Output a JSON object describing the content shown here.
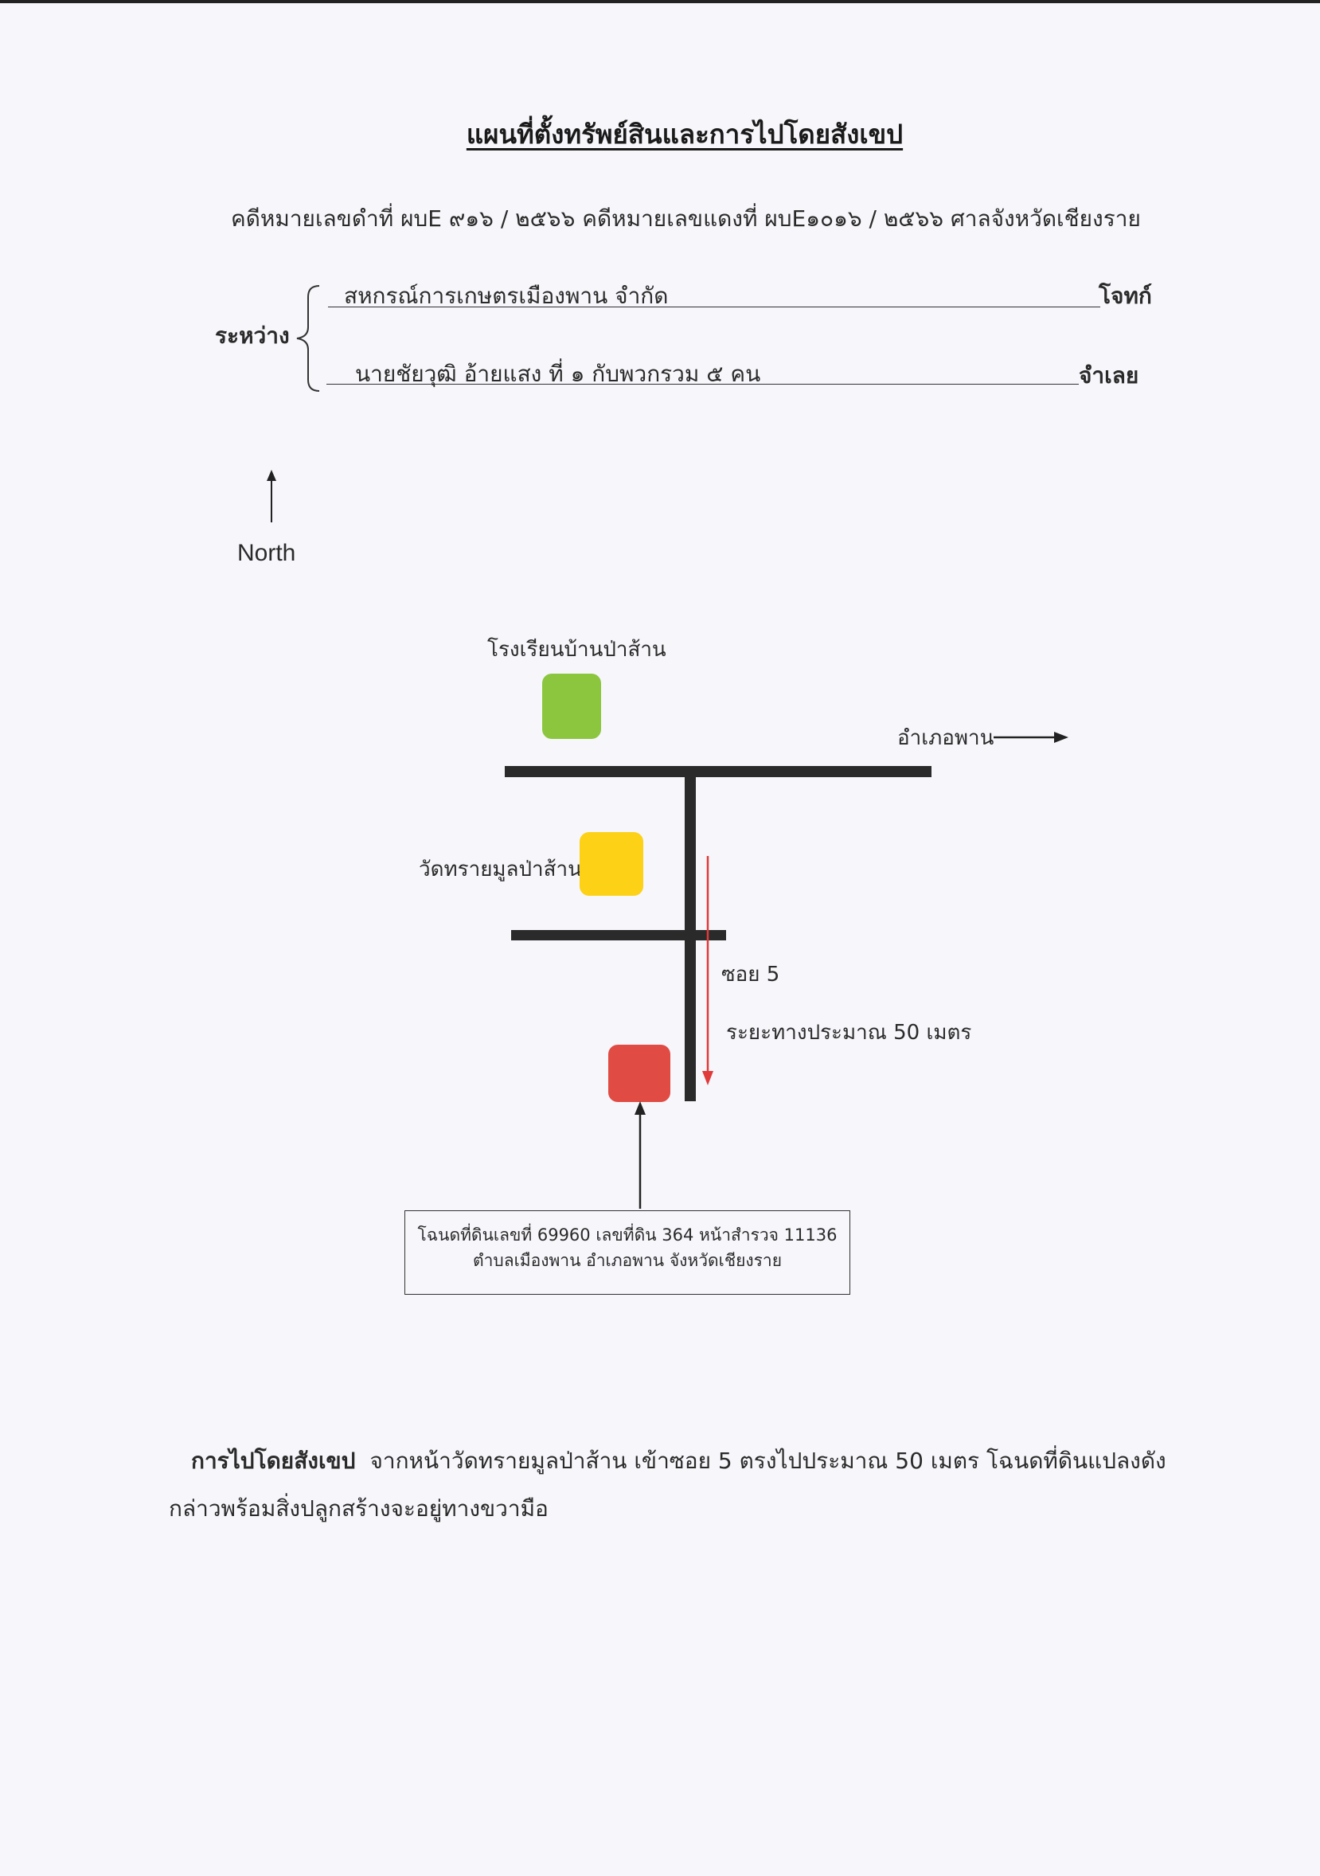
{
  "title": "แผนที่ตั้งทรัพย์สินและการไปโดยสังเขป",
  "case_line": "คดีหมายเลขดำที่  ผบE ๙๑๖ / ๒๕๖๖ คดีหมายเลขแดงที่  ผบE๑๐๑๖ / ๒๕๖๖  ศาลจังหวัดเชียงราย",
  "parties": {
    "between_label": "ระหว่าง",
    "plaintiff_name": "สหกรณ์การเกษตรเมืองพาน จำกัด",
    "plaintiff_role": "โจทก์",
    "defendant_name": "นายชัยวุฒิ อ้ายแสง ที่ ๑ กับพวกรวม ๕ คน",
    "defendant_role": "จำเลย"
  },
  "compass": {
    "label": "North",
    "icon": "north-arrow-icon"
  },
  "map": {
    "school_label": "โรงเรียนบ้านป่าส้าน",
    "temple_label": "วัดทรายมูลป่าส้าน",
    "district_label": "อำเภอพาน",
    "soi_label": "ซอย 5",
    "distance_label": "ระยะทางประมาณ 50 เมตร",
    "colors": {
      "school": "#8cc63f",
      "temple": "#fcd116",
      "property": "#e04b44",
      "road": "#2a2a2a",
      "route": "#e03a3a"
    }
  },
  "deed": {
    "line1": "โฉนดที่ดินเลขที่ 69960 เลขที่ดิน 364 หน้าสำรวจ 11136",
    "line2": "ตำบลเมืองพาน  อำเภอพาน  จังหวัดเชียงราย"
  },
  "directions": {
    "lead": "การไปโดยสังเขป",
    "text": "จากหน้าวัดทรายมูลป่าส้าน เข้าซอย 5  ตรงไปประมาณ 50 เมตร โฉนดที่ดินแปลงดังกล่าวพร้อมสิ่งปลูกสร้างจะอยู่ทางขวามือ"
  }
}
